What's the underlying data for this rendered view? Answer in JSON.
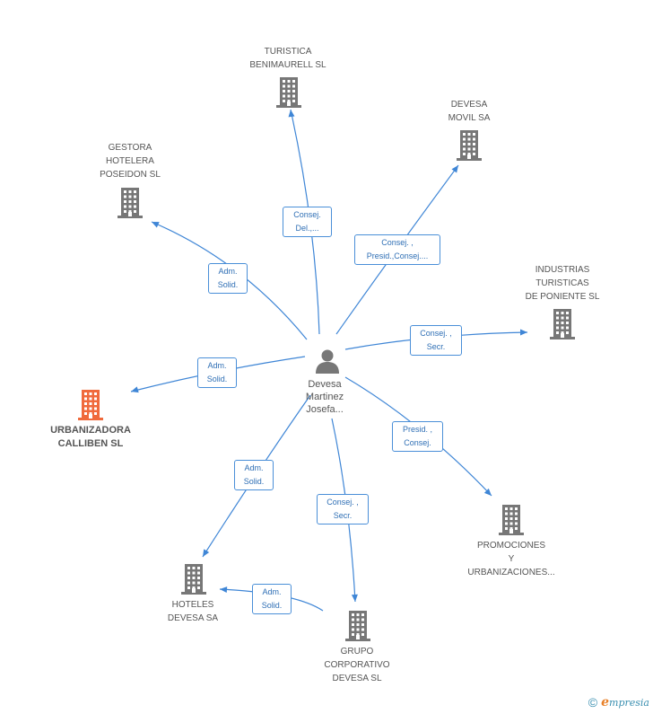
{
  "center": {
    "label": "Devesa\nMartinez\nJosefa..."
  },
  "colors": {
    "edge": "#3f86d6",
    "building": "#777777",
    "highlight": "#f06a3c"
  },
  "nodes": [
    {
      "id": "turistica",
      "label": "TURISTICA\nBENIMAURELL SL",
      "role": "Consej.\nDel.,...",
      "highlight": false
    },
    {
      "id": "devesa-movil",
      "label": "DEVESA\nMOVIL SA",
      "role": "Consej. ,\nPresid.,Consej....",
      "highlight": false
    },
    {
      "id": "gestora",
      "label": "GESTORA\nHOTELERA\nPOSEIDON  SL",
      "role": "Adm.\nSolid.",
      "highlight": false
    },
    {
      "id": "industrias",
      "label": "INDUSTRIAS\nTURISTICAS\nDE PONIENTE SL",
      "role": "Consej. ,\nSecr.",
      "highlight": false
    },
    {
      "id": "urbanizadora",
      "label": "URBANIZADORA\nCALLIBEN SL",
      "role": "Adm.\nSolid.",
      "highlight": true
    },
    {
      "id": "promociones",
      "label": "PROMOCIONES\nY\nURBANIZACIONES...",
      "role": "Presid. ,\nConsej.",
      "highlight": false
    },
    {
      "id": "hoteles",
      "label": "HOTELES\nDEVESA SA",
      "role": "Adm.\nSolid.",
      "highlight": false
    },
    {
      "id": "hoteles-2",
      "label": "",
      "role": "Adm.\nSolid.",
      "highlight": false
    },
    {
      "id": "grupo",
      "label": "GRUPO\nCORPORATIVO\nDEVESA SL",
      "role": "Consej. ,\nSecr.",
      "highlight": false
    }
  ],
  "footer": {
    "copyright": "©",
    "brand_initial": "e",
    "brand_rest": "mpresia"
  }
}
